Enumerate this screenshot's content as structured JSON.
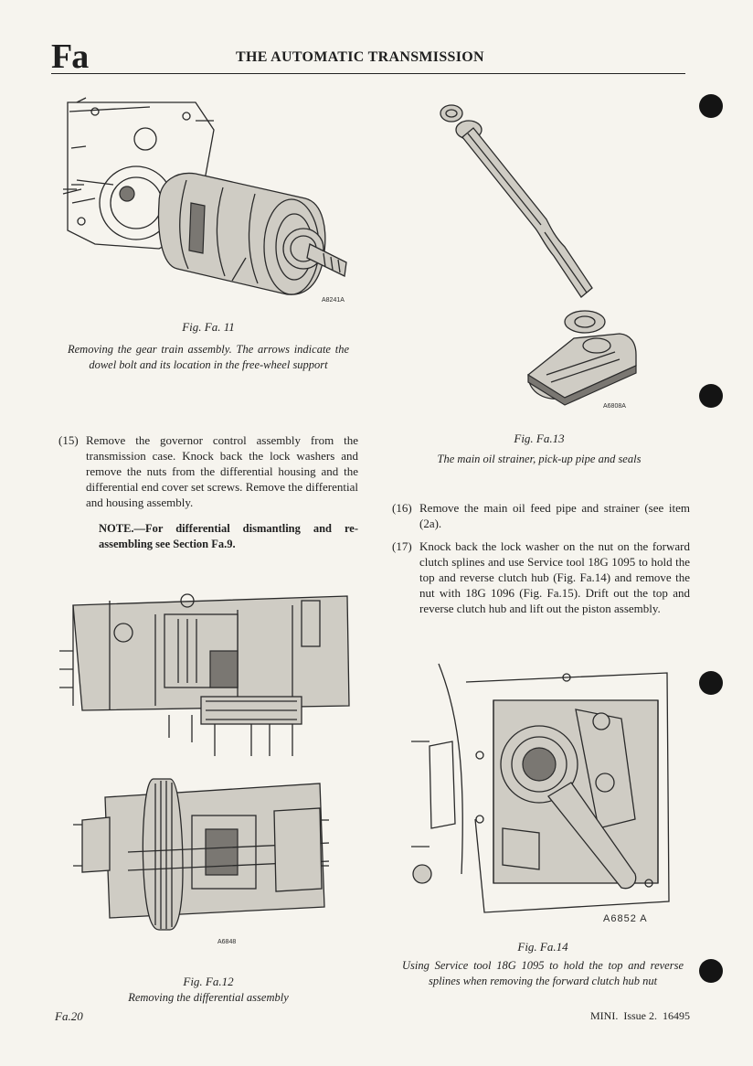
{
  "header": {
    "section": "Fa",
    "title": "THE AUTOMATIC TRANSMISSION"
  },
  "figures": {
    "fa11": {
      "tag": "A8241A",
      "label": "Fig. Fa. 11",
      "caption": "Removing the gear train assembly. The arrows indicate the dowel bolt and its location in the free-wheel support"
    },
    "fa12": {
      "tag": "A6848",
      "label": "Fig. Fa.12",
      "caption": "Removing the differential assembly"
    },
    "fa13": {
      "tag": "A6808A",
      "label": "Fig. Fa.13",
      "caption": "The main oil strainer, pick-up pipe and seals"
    },
    "fa14": {
      "tag": "A6852 A",
      "label": "Fig. Fa.14",
      "caption": "Using Service tool 18G 1095 to hold the top and reverse splines when removing the forward clutch hub nut"
    }
  },
  "steps": {
    "s15": {
      "num": "(15)",
      "text": "Remove the governor control assembly from the transmission case. Knock back the lock washers and remove the nuts from the differential housing and the differential end cover set screws. Remove the differential and housing assembly."
    },
    "note": "NOTE.—For differential dismantling and re-assembling see Section Fa.9.",
    "s16": {
      "num": "(16)",
      "text": "Remove the main oil feed pipe and strainer (see item (2a)."
    },
    "s17": {
      "num": "(17)",
      "text": "Knock back the lock washer on the nut on the forward clutch splines and use Service tool 18G 1095 to hold the top and reverse clutch hub (Fig. Fa.14) and remove the nut with 18G 1096 (Fig. Fa.15). Drift out the top and reverse clutch hub and lift out the piston assembly."
    }
  },
  "footer": {
    "page": "Fa.20",
    "issue": "MINI.  Issue 2.  16495"
  },
  "icons": [
    "binder-hole-icon"
  ],
  "colors": {
    "paper": "#f6f4ee",
    "ink": "#1f1f1f"
  }
}
